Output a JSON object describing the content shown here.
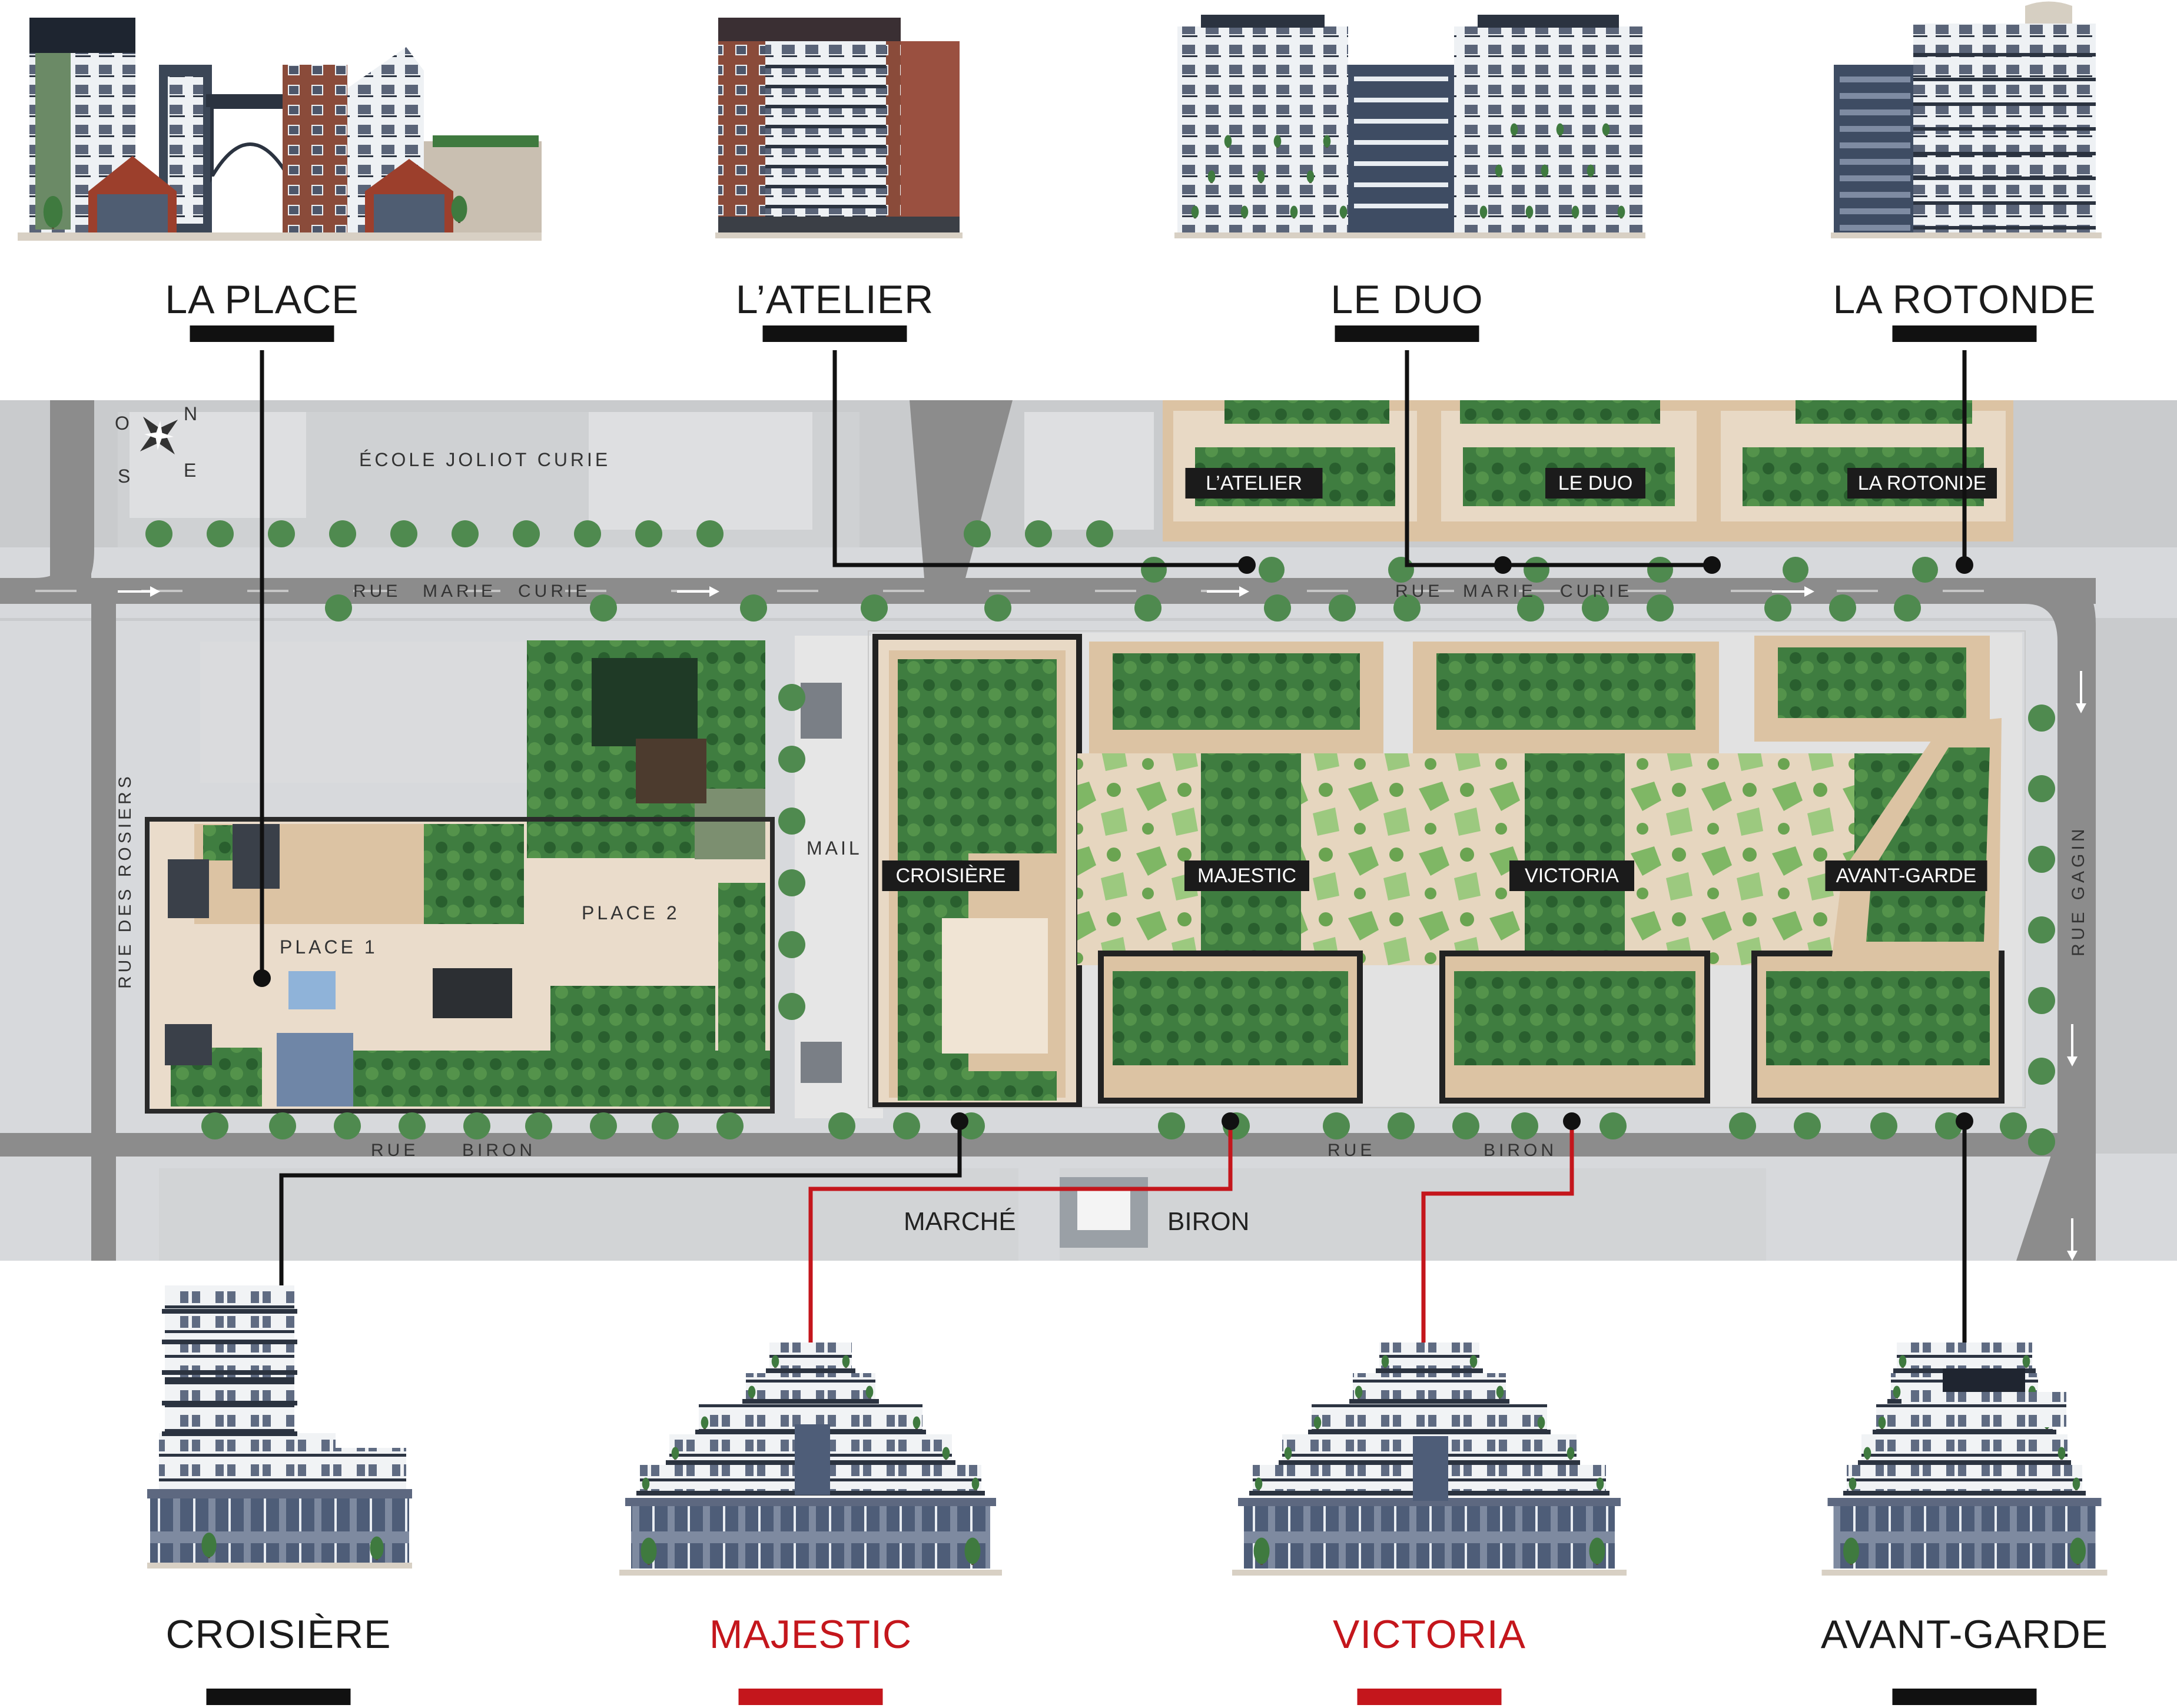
{
  "colors": {
    "black_accent": "#111111",
    "red_accent": "#c4161c",
    "road": "#8c8c8c",
    "sidewalk": "#d7d9dc",
    "block": "#c9cbcd",
    "green_dark": "#2f6e36",
    "green_light": "#8fbf70",
    "tan": "#dcc3a3",
    "beige": "#e8d9c5"
  },
  "top_buildings": [
    {
      "name": "LA PLACE",
      "accent": "black"
    },
    {
      "name": "L’ATELIER",
      "accent": "black"
    },
    {
      "name": "LE DUO",
      "accent": "black"
    },
    {
      "name": "LA ROTONDE",
      "accent": "black"
    }
  ],
  "bottom_buildings": [
    {
      "name": "CROISIÈRE",
      "accent": "black"
    },
    {
      "name": "MAJESTIC",
      "accent": "red"
    },
    {
      "name": "VICTORIA",
      "accent": "red"
    },
    {
      "name": "AVANT-GARDE",
      "accent": "black"
    }
  ],
  "map": {
    "compass_icon": "compass-rose-icon",
    "compass": {
      "n": "N",
      "e": "E",
      "s": "S",
      "o": "O"
    },
    "school": "ÉCOLE JOLIOT CURIE",
    "streets": {
      "marie_curie": [
        "RUE",
        "MARIE",
        "CURIE"
      ],
      "biron": [
        "RUE",
        "BIRON"
      ],
      "rosiers": "RUE DES ROSIERS",
      "gagin": "RUE GAGIN"
    },
    "places": {
      "place1": "PLACE 1",
      "place2": "PLACE 2",
      "mail": "MAIL"
    },
    "market": {
      "left": "MARCHÉ",
      "right": "BIRON"
    },
    "labels": {
      "atelier": "L’ATELIER",
      "duo": "LE DUO",
      "rotonde": "LA ROTONDE",
      "croisiere": "CROISIÈRE",
      "majestic": "MAJESTIC",
      "victoria": "VICTORIA",
      "avant_garde": "AVANT-GARDE"
    }
  }
}
